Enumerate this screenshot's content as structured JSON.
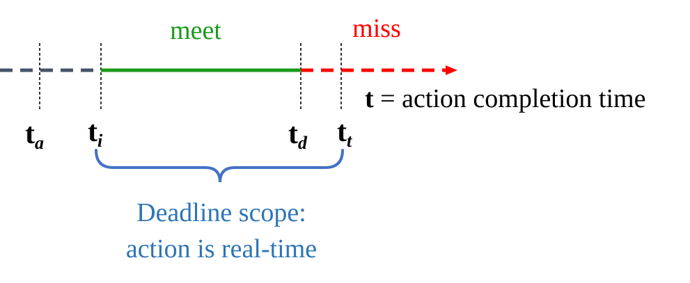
{
  "labels": {
    "meet": "meet",
    "miss": "miss",
    "completion_var": "t",
    "completion_rest": " = action completion time",
    "scope_line1": "Deadline scope:",
    "scope_line2": "action is real-time"
  },
  "markers": [
    {
      "base": "t",
      "sub": "a"
    },
    {
      "base": "t",
      "sub": "i"
    },
    {
      "base": "t",
      "sub": "d"
    },
    {
      "base": "t",
      "sub": "t"
    }
  ],
  "colors": {
    "meet": "#1a9a1a",
    "miss": "#ff0000",
    "pre": "#44546a",
    "scope": "#4472c4",
    "scope_text": "#2e75b6",
    "text": "#000000"
  }
}
